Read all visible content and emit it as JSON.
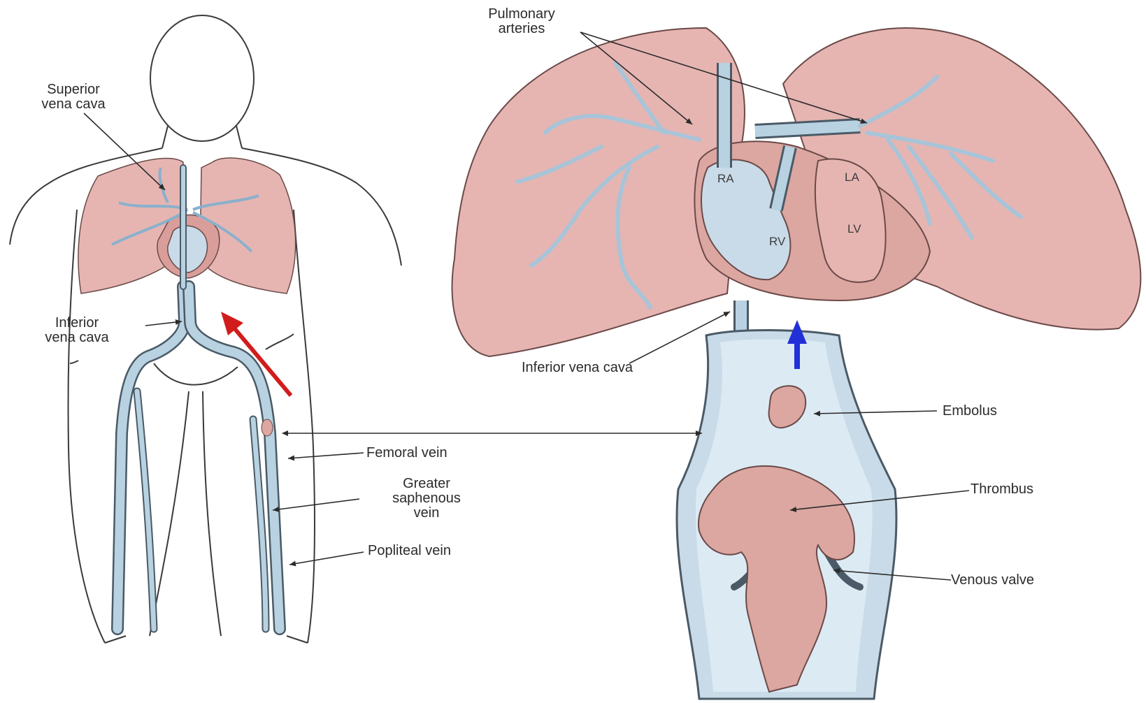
{
  "labels": {
    "pulmonary_arteries": [
      "Pulmonary",
      "arteries"
    ],
    "superior_vena_cava": [
      "Superior",
      "vena cava"
    ],
    "inferior_vena_cava_left": [
      "Inferior",
      "vena cava"
    ],
    "inferior_vena_cava_right": "Inferior vena cava",
    "embolus": "Embolus",
    "femoral_vein": "Femoral vein",
    "greater_saphenous_vein": [
      "Greater",
      "saphenous",
      "vein"
    ],
    "thrombus": "Thrombus",
    "popliteal_vein": "Popliteal vein",
    "venous_valve": "Venous valve"
  },
  "chambers": {
    "ra": "RA",
    "la": "LA",
    "rv": "RV",
    "lv": "LV"
  },
  "colors": {
    "lung": "#e6b5b2",
    "lung_outline": "#6a4a48",
    "vessel": "#b8d2e2",
    "vessel_outline": "#4a5a66",
    "thrombus": "#dca6a1",
    "flow_arrow_body": "#d21c1c",
    "flow_arrow_vein": "#2230d8",
    "outline": "#3a3a3a"
  },
  "icons": {
    "body_figure": "human-outline-icon",
    "flow_up_body": "red-arrow-icon",
    "flow_up_vein": "blue-arrow-icon"
  }
}
